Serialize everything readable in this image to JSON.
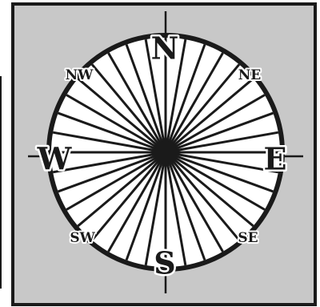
{
  "compass": {
    "labels": {
      "n": "N",
      "s": "S",
      "e": "E",
      "w": "W",
      "ne": "NE",
      "nw": "NW",
      "se": "SE",
      "sw": "SW"
    },
    "spoke_count": 36
  },
  "colors": {
    "background": "#c8c8c8",
    "frame": "#1a1a1a",
    "dial": "#ffffff",
    "spokes": "#1a1a1a",
    "label_outline": "#ffffff"
  }
}
